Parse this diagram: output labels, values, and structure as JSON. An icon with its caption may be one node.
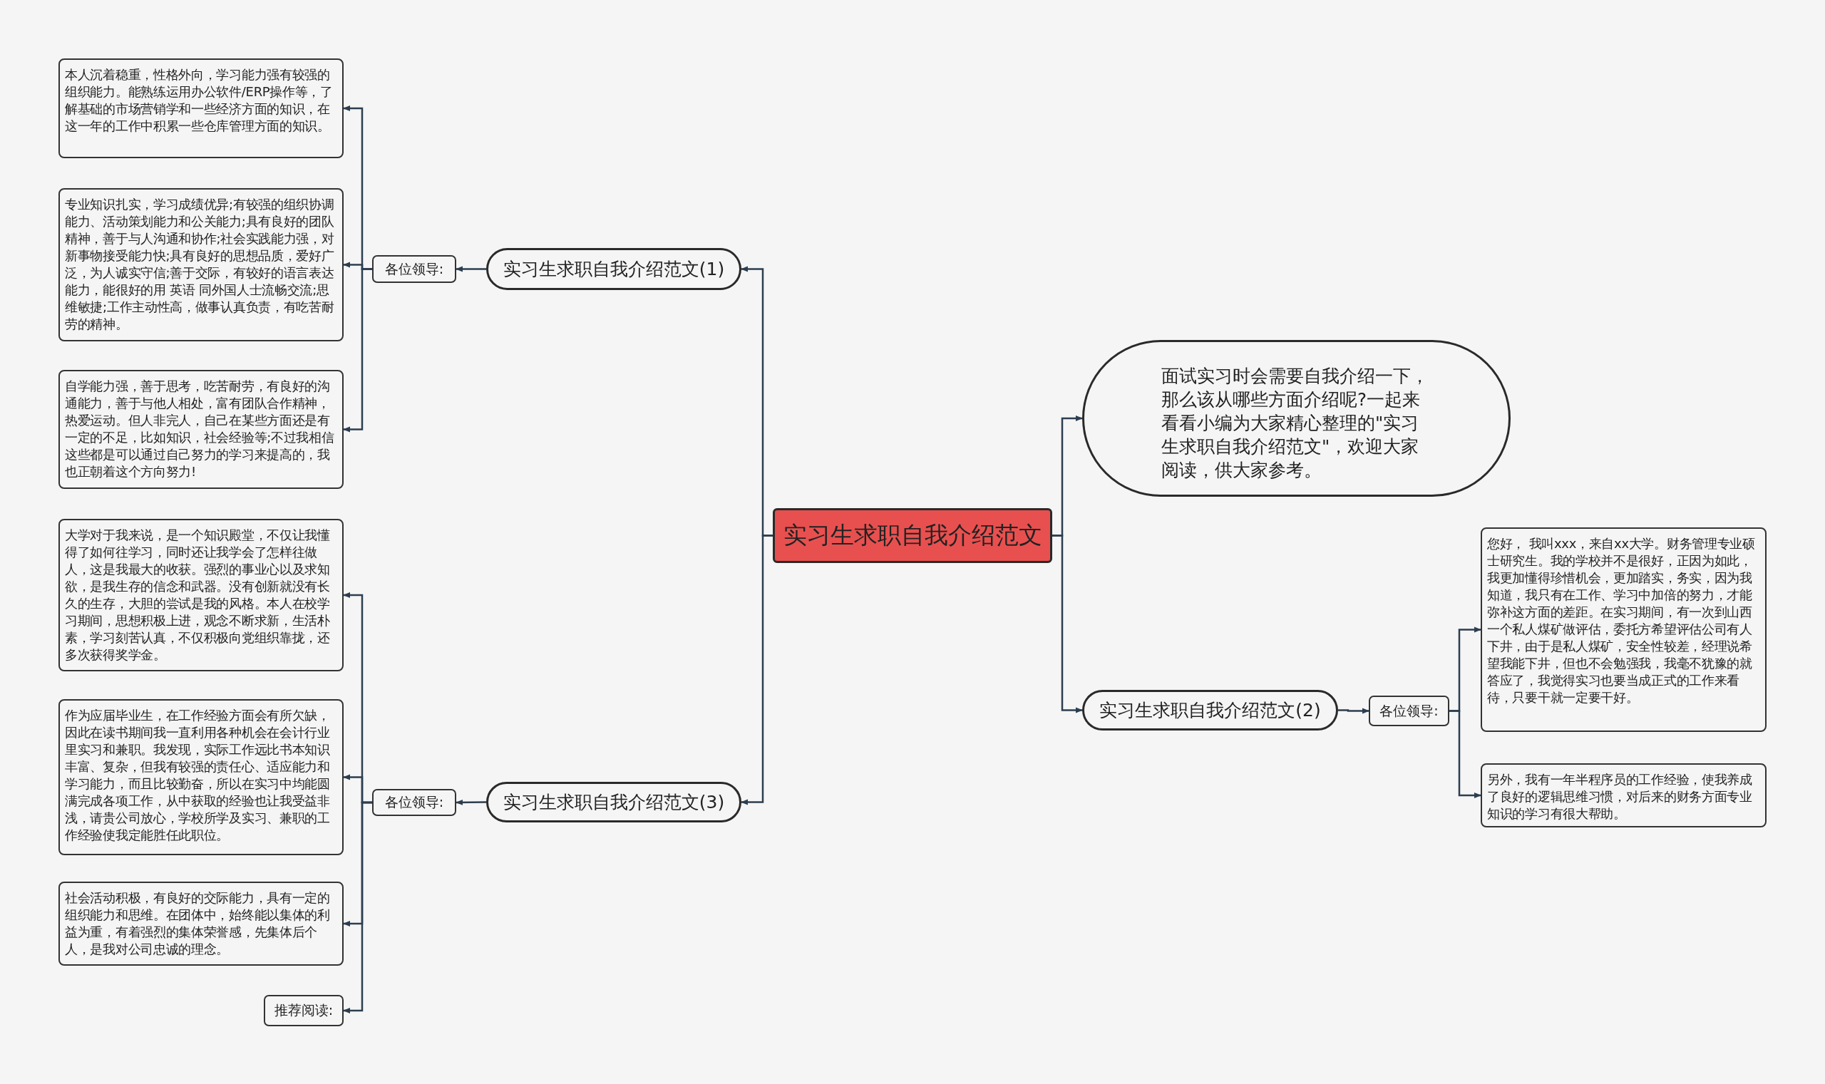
{
  "diagram": {
    "nodes": [
      {
        "text": [
          "实习生求职自我介绍范文"
        ]
      },
      {
        "text": [
          "实习生求职自我介绍范文(1)"
        ]
      },
      {
        "text": [
          "各位领导:"
        ]
      },
      {
        "text": [
          "本人沉着稳重，性格外向，学习能力强有较强的组织能力。能熟练运用办公软件/ERP操作等，了解基础的市场营销学和一些经济方面的知识，在这一年的工作中积累一些仓库管理方面的知识。"
        ]
      },
      {
        "text": [
          "专业知识扎实，学习成绩优异;有较强的组织协调能力、活动策划能力和公关能力;具有良好的团队精神，善于与人沟通和协作;社会实践能力强，对新事物接受能力快;具有良好的思想品质，爱好广泛，为人诚实守信;善于交际，有较好的语言表达能力，能很好的用 英语 同外国人士流畅交流;思维敏捷;工作主动性高，做事认真负责，有吃苦耐劳的精神。"
        ]
      },
      {
        "text": [
          "自学能力强，善于思考，吃苦耐劳，有良好的沟通能力，善于与他人相处，富有团队合作精神，热爱运动。但人非完人，自己在某些方面还是有一定的不足，比如知识，社会经验等;不过我相信这些都是可以通过自己努力的学习来提高的，我也正朝着这个方向努力!"
        ]
      },
      {
        "text": [
          "实习生求职自我介绍范文(3)"
        ]
      },
      {
        "text": [
          "各位领导:"
        ]
      },
      {
        "text": [
          "大学对于我来说，是一个知识殿堂，不仅让我懂得了如何往学习，同时还让我学会了怎样往做人，这是我最大的收获。强烈的事业心以及求知欲，是我生存的信念和武器。没有创新就没有长久的生存，大胆的尝试是我的风格。本人在校学习期间，思想积极上进，观念不断求新，生活朴素，学习刻苦认真，不仅积极向党组织靠拢，还多次获得奖学金。"
        ]
      },
      {
        "text": [
          "作为应届毕业生，在工作经验方面会有所欠缺，因此在读书期间我一直利用各种机会在会计行业里实习和兼职。我发现，实际工作远比书本知识丰富、复杂，但我有较强的责任心、适应能力和学习能力，而且比较勤奋，所以在实习中均能圆满完成各项工作，从中获取的经验也让我受益非浅，请贵公司放心，学校所学及实习、兼职的工作经验使我定能胜任此职位。"
        ]
      },
      {
        "text": [
          "社会活动积极，有良好的交际能力，具有一定的组织能力和思维。在团体中，始终能以集体的利益为重，有着强烈的集体荣誉感，先集体后个人，是我对公司忠诚的理念。"
        ]
      },
      {
        "text": [
          "推荐阅读:"
        ]
      },
      {
        "text": [
          "面试实习时会需要自我介绍一下，那么该从哪些方面介绍呢?一起来看看小编为大家精心整理的\"实习生求职自我介绍范文\"，欢迎大家阅读，供大家参考。"
        ]
      },
      {
        "text": [
          "实习生求职自我介绍范文(2)"
        ]
      },
      {
        "text": [
          "各位领导:"
        ]
      },
      {
        "text": [
          "您好， 我叫xxx，来自xx大学。财务管理专业硕士研究生。我的学校并不是很好，正因为如此，我更加懂得珍惜机会，更加踏实，务实，因为我知道，我只有在工作、学习中加倍的努力，才能弥补这方面的差距。在实习期间，有一次到山西一个私人煤矿做评估，委托方希望评估公司有人下井，由于是私人煤矿，安全性较差，经理说希望我能下井，但也不会勉强我，我毫不犹豫的就答应了，我觉得实习也要当成正式的工作来看待，只要干就一定要干好。"
        ]
      },
      {
        "text": [
          "另外，我有一年半程序员的工作经验，使我养成了良好的逻辑思维习惯，对后来的财务方面专业知识的学习有很大帮助。"
        ]
      }
    ],
    "edges": [
      {
        "from": 0,
        "to": 1,
        "arrow": "to"
      },
      {
        "from": 1,
        "to": 2,
        "arrow": "to"
      },
      {
        "from": 2,
        "to": 3,
        "arrow": "to"
      },
      {
        "from": 2,
        "to": 4,
        "arrow": "to"
      },
      {
        "from": 2,
        "to": 5,
        "arrow": "to"
      },
      {
        "from": 0,
        "to": 6,
        "arrow": "to"
      },
      {
        "from": 6,
        "to": 7,
        "arrow": "to"
      },
      {
        "from": 7,
        "to": 8,
        "arrow": "to"
      },
      {
        "from": 7,
        "to": 9,
        "arrow": "to"
      },
      {
        "from": 7,
        "to": 10,
        "arrow": "to"
      },
      {
        "from": 7,
        "to": 11,
        "arrow": "to"
      },
      {
        "from": 0,
        "to": 12,
        "arrow": "to"
      },
      {
        "from": 0,
        "to": 13,
        "arrow": "to"
      },
      {
        "from": 13,
        "to": 14,
        "arrow": "to"
      },
      {
        "from": 14,
        "to": 15,
        "arrow": "to"
      },
      {
        "from": 14,
        "to": 16,
        "arrow": "to"
      }
    ]
  }
}
